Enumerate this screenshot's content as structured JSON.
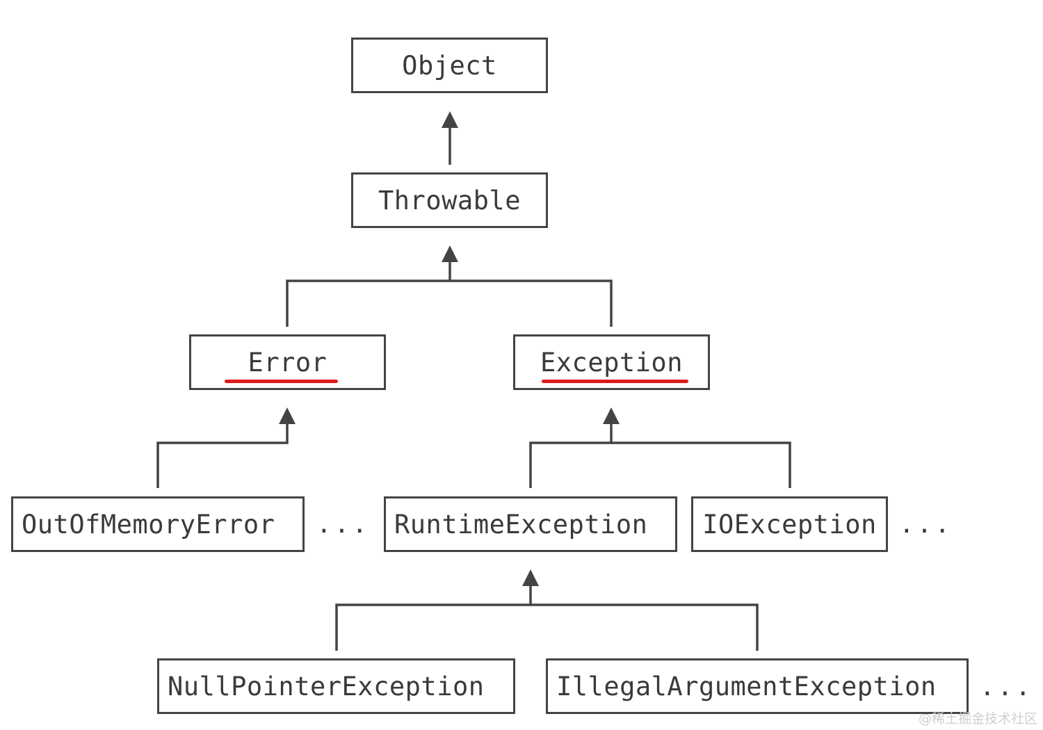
{
  "diagram": {
    "nodes": {
      "object": "Object",
      "throwable": "Throwable",
      "error": "Error",
      "exception": "Exception",
      "out_of_memory_error": "OutOfMemoryError",
      "runtime_exception": "RuntimeException",
      "io_exception": "IOException",
      "null_pointer_exception": "NullPointerException",
      "illegal_argument_exception": "IllegalArgumentException"
    },
    "ellipses": {
      "after_out_of_memory_error": "...",
      "after_io_exception": "...",
      "after_illegal_argument_exception": "..."
    },
    "relations": [
      {
        "child": "Throwable",
        "parent": "Object"
      },
      {
        "child": "Error",
        "parent": "Throwable"
      },
      {
        "child": "Exception",
        "parent": "Throwable"
      },
      {
        "child": "OutOfMemoryError",
        "parent": "Error"
      },
      {
        "child": "RuntimeException",
        "parent": "Exception"
      },
      {
        "child": "IOException",
        "parent": "Exception"
      },
      {
        "child": "NullPointerException",
        "parent": "RuntimeException"
      },
      {
        "child": "IllegalArgumentException",
        "parent": "RuntimeException"
      }
    ],
    "highlighted": [
      "Error",
      "Exception"
    ],
    "colors": {
      "line": "#444444",
      "text": "#3a3a3a",
      "highlight_underline": "#e01818"
    }
  },
  "watermark": "@稀土掘金技术社区"
}
